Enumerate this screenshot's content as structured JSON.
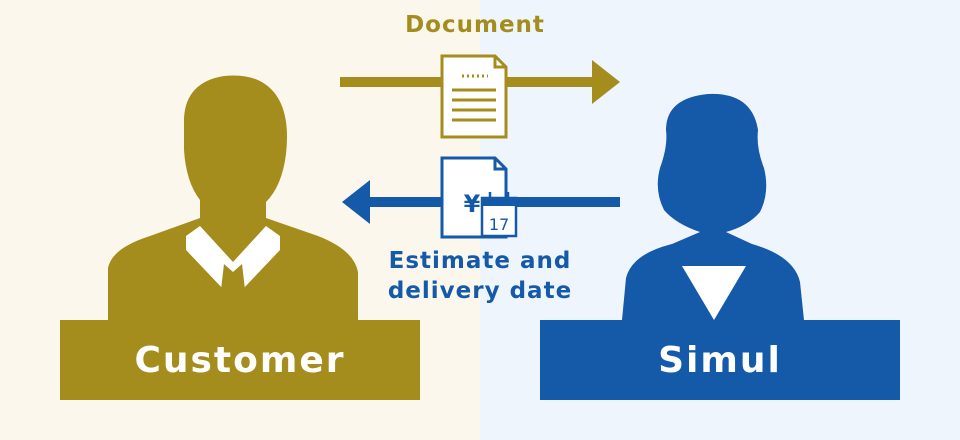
{
  "colors": {
    "customer": "#a48d1c",
    "simul": "#1559a9",
    "left_bg": "#fbf7ec",
    "right_bg": "#eff5fd",
    "white": "#ffffff"
  },
  "customer": {
    "label": "Customer"
  },
  "simul": {
    "label": "Simul"
  },
  "flow_to_simul": {
    "label": "Document",
    "icon": "document-icon"
  },
  "flow_to_customer": {
    "label_line1": "Estimate and",
    "label_line2": "delivery date",
    "icon": "estimate-calendar-icon",
    "currency_symbol": "¥",
    "calendar_day": "17"
  }
}
